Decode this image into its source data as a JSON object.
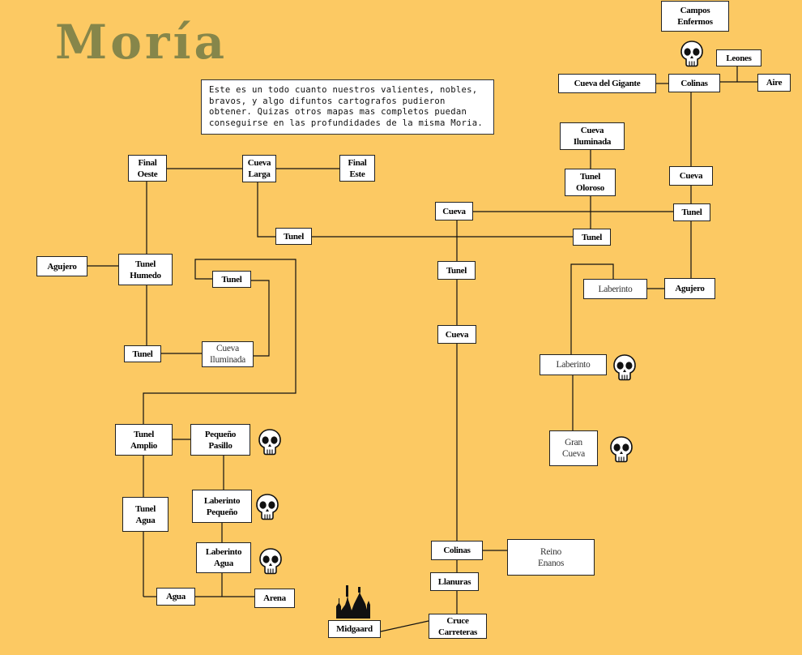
{
  "title": "Moría",
  "note": "Este es un todo cuanto nuestros valientes, nobles, bravos, y algo difuntos cartografos pudieron obtener. Quizas otros mapas mas completos puedan conseguirse en las profundidades de la misma Moria.",
  "rooms": {
    "campos_enfermos": "Campos\nEnfermos",
    "leones": "Leones",
    "cueva_gigante": "Cueva del Gigante",
    "colinas_ne": "Colinas",
    "aire": "Aire",
    "final_oeste": "Final\nOeste",
    "cueva_larga": "Cueva\nLarga",
    "final_este": "Final\nEste",
    "cueva_iluminada_ne": "Cueva\nIluminada",
    "tunel_oloroso": "Tunel\nOloroso",
    "cueva_ne": "Cueva",
    "cueva_center": "Cueva",
    "tunel_ne": "Tunel",
    "tunel_mid": "Tunel",
    "tunel_right": "Tunel",
    "agujero_w": "Agujero",
    "tunel_humedo": "Tunel\nHumedo",
    "tunel_small": "Tunel",
    "tunel_center": "Tunel",
    "laberinto_ne": "Laberinto",
    "agujero_e": "Agujero",
    "cueva_center2": "Cueva",
    "tunel_sw": "Tunel",
    "cueva_iluminada_w": "Cueva\nIluminada",
    "laberinto_mid": "Laberinto",
    "tunel_amplio": "Tunel\nAmplio",
    "pequeno_pasillo": "Pequeño\nPasillo",
    "gran_cueva": "Gran\nCueva",
    "tunel_agua": "Tunel\nAgua",
    "laberinto_pequeno": "Laberinto\nPequeño",
    "colinas_s": "Colinas",
    "reino_enanos": "Reino\nEnanos",
    "laberinto_agua": "Laberinto\nAgua",
    "llanuras": "Llanuras",
    "agua": "Agua",
    "arena": "Arena",
    "midgaard": "Midgaard",
    "cruce_carreteras": "Cruce\nCarreteras"
  },
  "icons": {
    "skull": "skull-icon",
    "castle": "castle-icon"
  },
  "colors": {
    "background": "#fcc963",
    "title": "#86864a",
    "room_fill": "#ffffff",
    "line": "#111111"
  }
}
